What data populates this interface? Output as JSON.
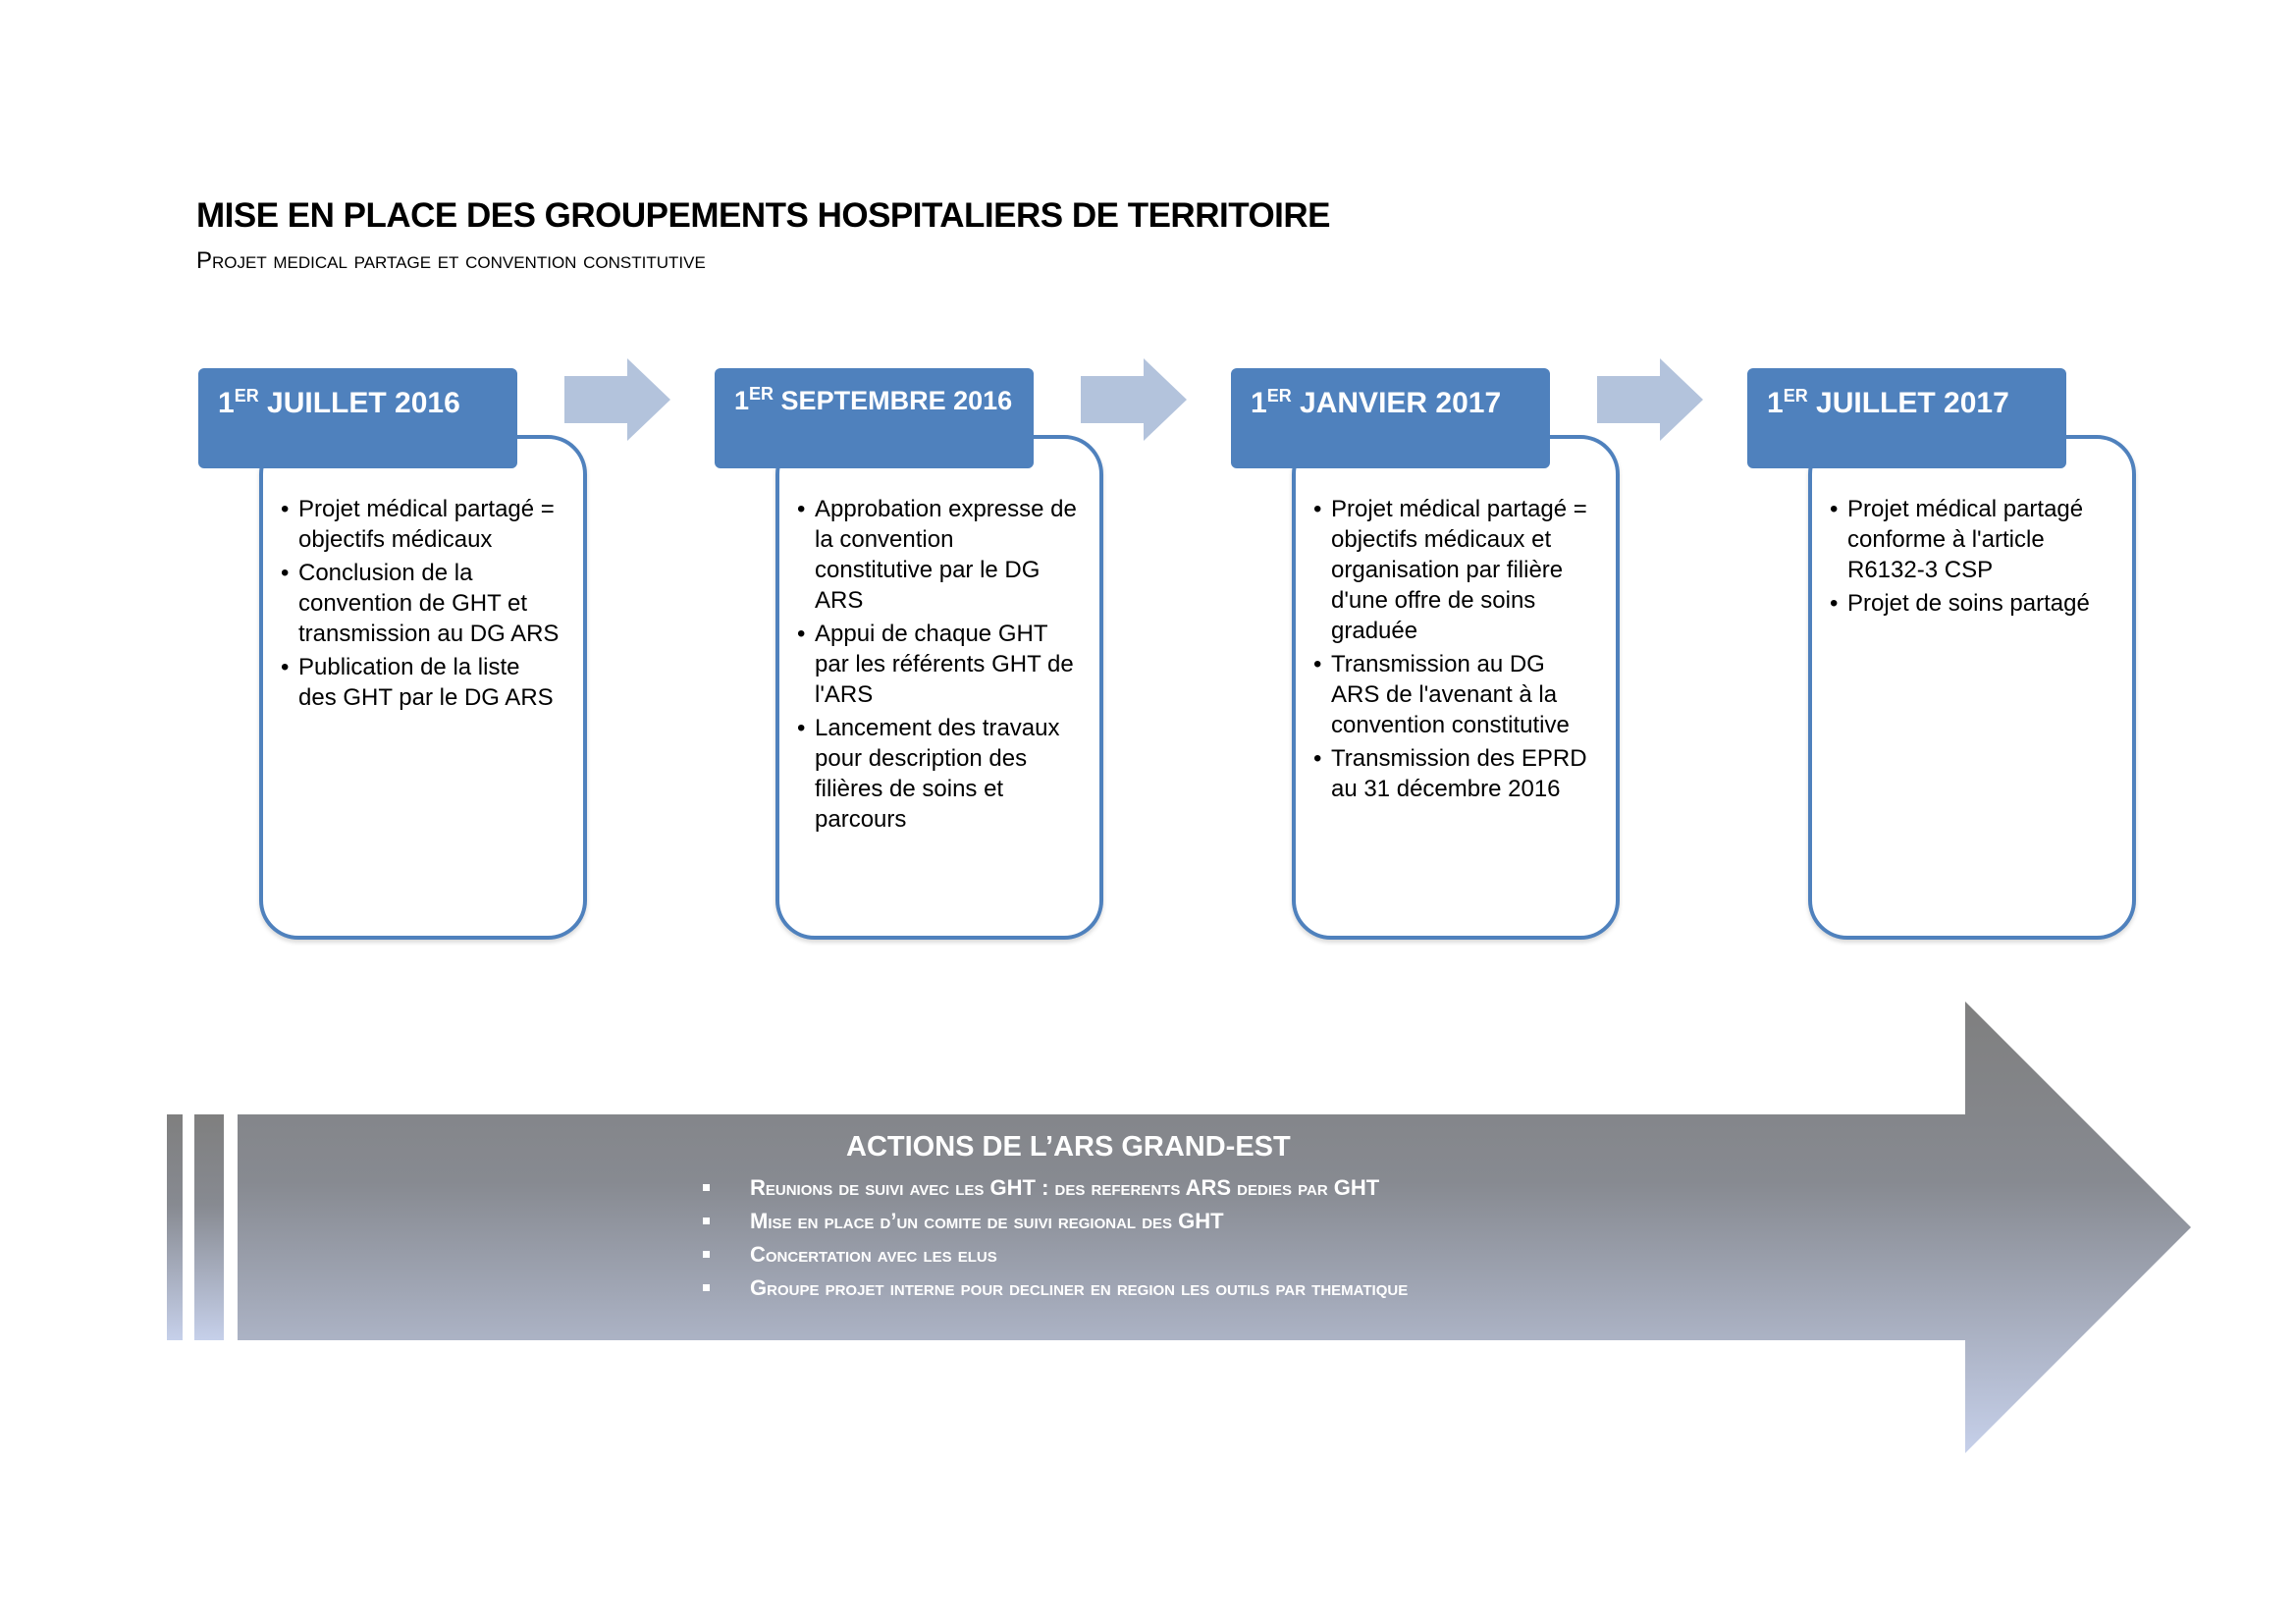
{
  "header": {
    "title": "MISE EN PLACE DES GROUPEMENTS HOSPITALIERS DE TERRITOIRE",
    "subtitle": "Projet medical partage et convention constitutive"
  },
  "timeline": [
    {
      "date_prefix": "1",
      "date_sup": "ER",
      "date_rest": " JUILLET 2016",
      "items": [
        "Projet médical partagé = objectifs médicaux",
        "Conclusion de la convention de GHT et transmission au DG ARS",
        "Publication de la liste des GHT par le DG ARS"
      ]
    },
    {
      "date_prefix": "1",
      "date_sup": "ER",
      "date_rest": " SEPTEMBRE 2016",
      "items": [
        "Approbation expresse de la convention constitutive par le DG ARS",
        "Appui de chaque GHT par les référents GHT de l'ARS",
        "Lancement des travaux pour description des filières de soins et parcours"
      ]
    },
    {
      "date_prefix": "1",
      "date_sup": "ER",
      "date_rest": " JANVIER 2017",
      "items": [
        "Projet médical partagé = objectifs médicaux et organisation par filière d'une offre de soins graduée",
        "Transmission au DG ARS  de l'avenant à la convention constitutive",
        "Transmission  des EPRD au 31 décembre 2016"
      ]
    },
    {
      "date_prefix": "1",
      "date_sup": "ER",
      "date_rest": " JUILLET 2017",
      "items": [
        "Projet médical partagé conforme à l'article R6132-3 CSP",
        "Projet de soins partagé"
      ]
    }
  ],
  "actions": {
    "title": "ACTIONS DE L’ARS GRAND-EST",
    "items": [
      "Reunions de suivi avec les  GHT : des referents ARS dedies par GHT",
      "Mise en place d’un comite de suivi regional des GHT",
      "Concertation avec les elus",
      "Groupe projet interne pour decliner en region  les outils par thematique"
    ]
  },
  "colors": {
    "header_blue": "#4f81bd",
    "connector_arrow": "#b3c3dc",
    "big_arrow_dark": "#7f7f7f",
    "big_arrow_light": "#c6d0ea"
  }
}
